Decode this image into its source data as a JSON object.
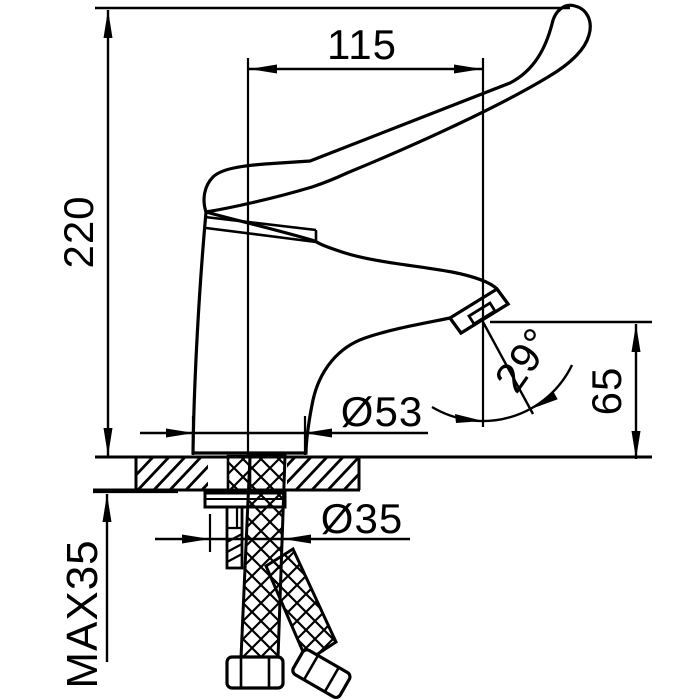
{
  "drawing": {
    "type": "technical dimension drawing",
    "subject": "single-lever basin mixer faucet, side view with deck cross-section and supply hoses",
    "background_color": "#ffffff",
    "line_color": "#000000",
    "dimensions": {
      "overall_height": {
        "label": "220",
        "orientation": "vertical-left"
      },
      "handle_reach": {
        "label": "115",
        "orientation": "horizontal-top"
      },
      "spout_outlet_height": {
        "label": "65",
        "orientation": "vertical-right"
      },
      "spout_angle": {
        "label": "29°",
        "orientation": "rotated-at-spout"
      },
      "base_diameter": {
        "label": "Ø53",
        "orientation": "horizontal-above-deck"
      },
      "mounting_hole_diameter": {
        "label": "Ø35",
        "orientation": "horizontal-below-deck"
      },
      "max_deck_thickness": {
        "label": "MAX35",
        "orientation": "vertical-bottom-left"
      }
    }
  }
}
